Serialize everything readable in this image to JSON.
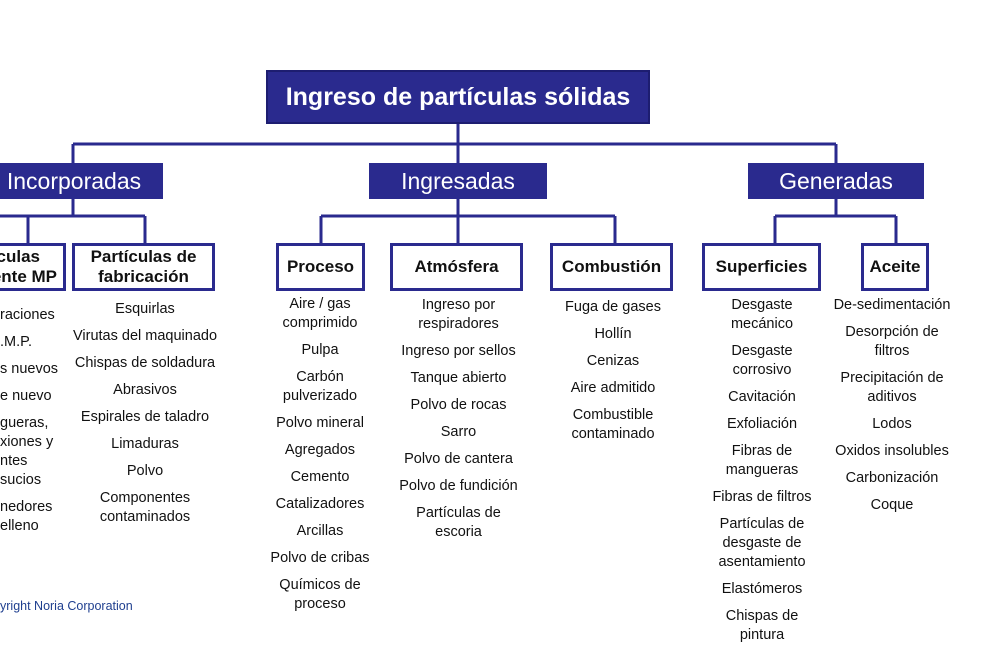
{
  "root": "Ingreso de partículas sólidas",
  "categories": [
    {
      "label": "Incorporadas"
    },
    {
      "label": "Ingresadas"
    },
    {
      "label": "Generadas"
    }
  ],
  "subcategories": [
    {
      "label": "ículas\nente MP"
    },
    {
      "label": "Partículas de\nfabricación"
    },
    {
      "label": "Proceso"
    },
    {
      "label": "Atmósfera"
    },
    {
      "label": "Combustión"
    },
    {
      "label": "Superficies"
    },
    {
      "label": "Aceite"
    }
  ],
  "lists": [
    [
      "raciones",
      ".M.P.",
      "s nuevos",
      "e nuevo",
      "gueras,\nxiones y\nntes sucios",
      "nedores\nelleno"
    ],
    [
      "Esquirlas",
      "Virutas del maquinado",
      "Chispas de soldadura",
      "Abrasivos",
      "Espirales de taladro",
      "Limaduras",
      "Polvo",
      "Componentes\ncontaminados"
    ],
    [
      "Aire / gas\ncomprimido",
      "Pulpa",
      "Carbón\npulverizado",
      "Polvo mineral",
      "Agregados",
      "Cemento",
      "Catalizadores",
      "Arcillas",
      "Polvo de cribas",
      "Químicos de\nproceso"
    ],
    [
      "Ingreso por\nrespiradores",
      "Ingreso por sellos",
      "Tanque abierto",
      "Polvo de rocas",
      "Sarro",
      "Polvo de cantera",
      "Polvo de fundición",
      "Partículas de\nescoria"
    ],
    [
      "Fuga de gases",
      "Hollín",
      "Cenizas",
      "Aire admitido",
      "Combustible\ncontaminado"
    ],
    [
      "Desgaste\nmecánico",
      "Desgaste\ncorrosivo",
      "Cavitación",
      "Exfoliación",
      "Fibras de\nmangueras",
      "Fibras de filtros",
      "Partículas de\ndesgaste de\nasentamiento",
      "Elastómeros",
      "Chispas de\npintura"
    ],
    [
      "De-sedimentación",
      "Desorpción de\nfiltros",
      "Precipitación de\naditivos",
      "Lodos",
      "Oxidos insolubles",
      "Carbonización",
      "Coque"
    ]
  ],
  "copyright": "yright Noria Corporation",
  "colors": {
    "box_fill": "#2a2a8e",
    "line": "#2a2a8e",
    "copyright_text": "#1f3f8f"
  }
}
